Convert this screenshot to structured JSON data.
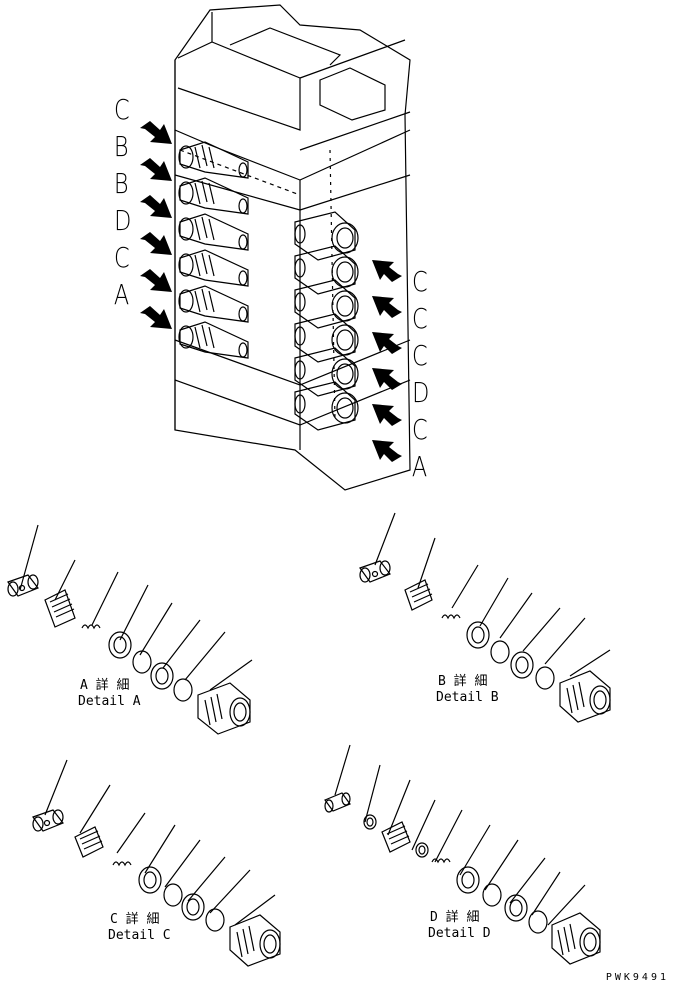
{
  "left_port_labels": [
    "C",
    "B",
    "B",
    "D",
    "C",
    "A"
  ],
  "right_port_labels": [
    "C",
    "C",
    "C",
    "D",
    "C",
    "A"
  ],
  "details": {
    "a": {
      "jp": "A 詳 細",
      "en": "Detail A"
    },
    "b": {
      "jp": "B 詳 細",
      "en": "Detail B"
    },
    "c": {
      "jp": "C 詳 細",
      "en": "Detail C"
    },
    "d": {
      "jp": "D 詳 細",
      "en": "Detail D"
    }
  },
  "figure_code": "PWK9491"
}
